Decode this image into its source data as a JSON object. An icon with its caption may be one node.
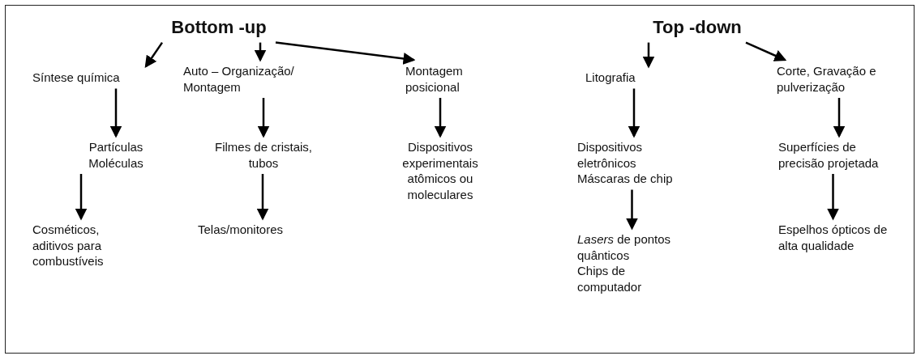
{
  "diagram": {
    "nodes": [
      {
        "text": [
          "Bottom -up"
        ]
      },
      {
        "text": [
          "Top -down"
        ]
      },
      {
        "text": [
          "Síntese química"
        ]
      },
      {
        "text": [
          "Auto – Organização/ Montagem"
        ]
      },
      {
        "text": [
          "Montagem posicional"
        ]
      },
      {
        "text": [
          "Litografia"
        ]
      },
      {
        "text": [
          "Corte, Gravação e pulverização"
        ]
      },
      {
        "text": [
          "Partículas",
          "Moléculas"
        ]
      },
      {
        "text": [
          "Filmes de cristais, tubos"
        ]
      },
      {
        "text": [
          "Dispositivos experimentais atômicos ou moleculares"
        ]
      },
      {
        "text": [
          "Dispositivos eletrônicos",
          "Máscaras  de chip"
        ]
      },
      {
        "text": [
          "Superfícies de precisão projetada"
        ]
      },
      {
        "text": [
          "Cosméticos, aditivos para combustíveis"
        ]
      },
      {
        "text": [
          "Telas/monitores"
        ]
      },
      {
        "text": [
          "*Lasers* de pontos quânticos",
          "Chips de computador"
        ]
      },
      {
        "text": [
          "Espelhos ópticos de alta qualidade"
        ]
      }
    ],
    "edges": [
      {
        "from": 0,
        "to": 2,
        "arrow": "to"
      },
      {
        "from": 0,
        "to": 3,
        "arrow": "to"
      },
      {
        "from": 0,
        "to": 4,
        "arrow": "to"
      },
      {
        "from": 1,
        "to": 5,
        "arrow": "to"
      },
      {
        "from": 1,
        "to": 6,
        "arrow": "to"
      },
      {
        "from": 2,
        "to": 7,
        "arrow": "to"
      },
      {
        "from": 3,
        "to": 8,
        "arrow": "to"
      },
      {
        "from": 4,
        "to": 9,
        "arrow": "to"
      },
      {
        "from": 5,
        "to": 10,
        "arrow": "to"
      },
      {
        "from": 6,
        "to": 11,
        "arrow": "to"
      },
      {
        "from": 7,
        "to": 12,
        "arrow": "to"
      },
      {
        "from": 8,
        "to": 13,
        "arrow": "to"
      },
      {
        "from": 10,
        "to": 14,
        "arrow": "to"
      },
      {
        "from": 11,
        "to": 15,
        "arrow": "to"
      }
    ]
  }
}
